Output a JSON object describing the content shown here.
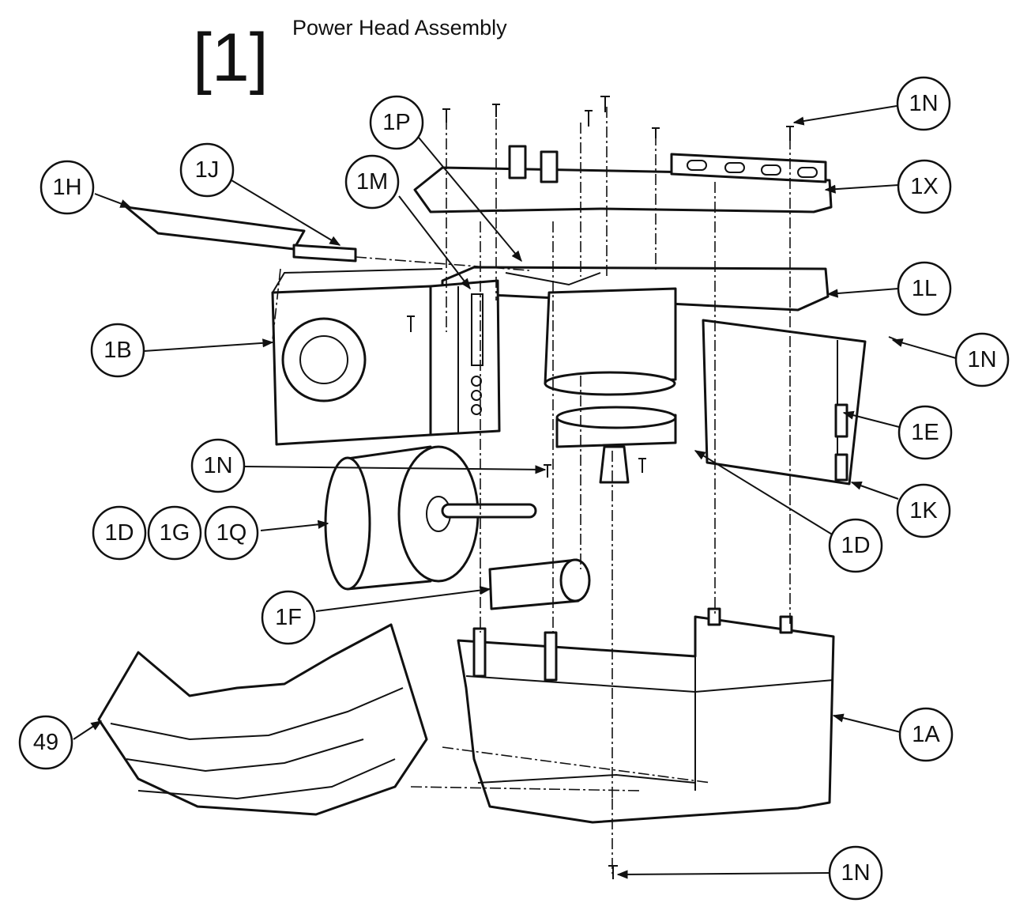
{
  "title": {
    "number": "[1]",
    "text": "Power Head Assembly"
  },
  "callouts": {
    "c1N_top": "1N",
    "c1P": "1P",
    "c1M": "1M",
    "c1J": "1J",
    "c1H": "1H",
    "c1X": "1X",
    "c1L": "1L",
    "c1N_right": "1N",
    "c1B": "1B",
    "c1E": "1E",
    "c1N_left": "1N",
    "c1K": "1K",
    "c1D_left": "1D",
    "c1G": "1G",
    "c1Q": "1Q",
    "c1D_right": "1D",
    "c1F": "1F",
    "c49": "49",
    "c1A": "1A",
    "c1N_bottom": "1N"
  }
}
